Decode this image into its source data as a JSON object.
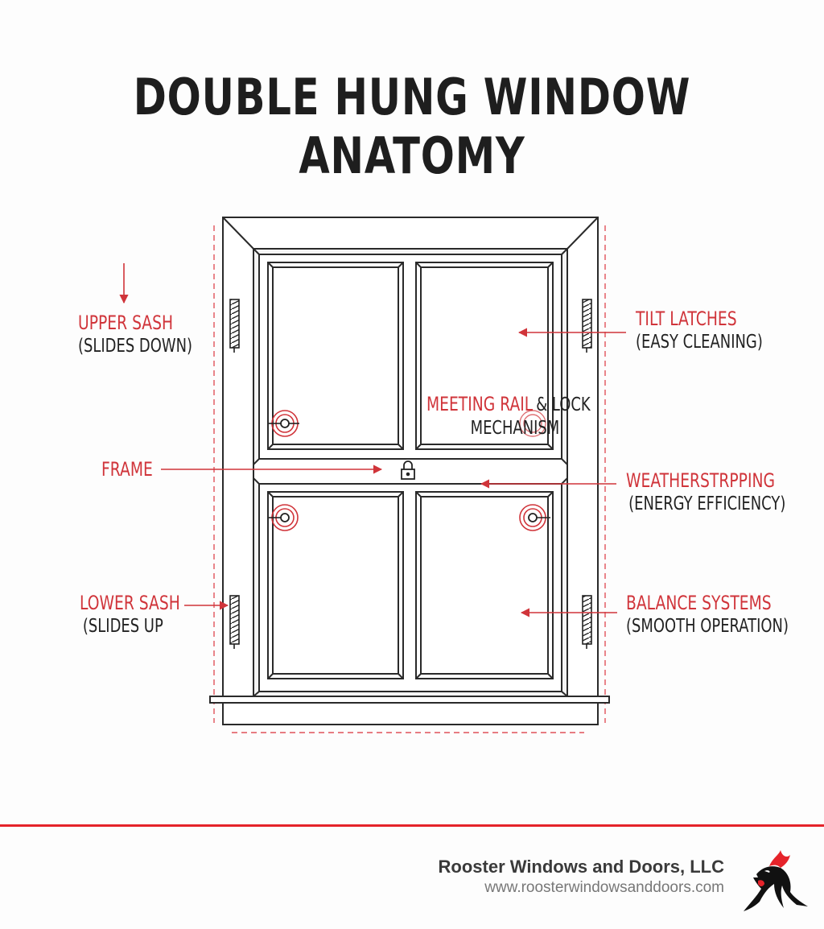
{
  "title": "DOUBLE HUNG WINDOW ANATOMY",
  "labels": {
    "upper_sash": {
      "name": "UPPER SASH",
      "desc": "(SLIDES DOWN)"
    },
    "frame": {
      "name": "FRAME"
    },
    "lower_sash": {
      "name": "LOWER SASH",
      "desc": "(SLIDES UP"
    },
    "tilt_latches": {
      "name": "TILT LATCHES",
      "desc": "(EASY CLEANING)"
    },
    "meeting_rail": {
      "name": "MEETING RAIL",
      "name_suffix": "& LOCK",
      "desc": "MECHANISM"
    },
    "weatherstripping": {
      "name": "WEATHERSTRPPING",
      "desc": "(ENERGY EFFICIENCY)"
    },
    "balance_systems": {
      "name": "BALANCE SYSTEMS",
      "desc": "(SMOOTH OPERATION)"
    }
  },
  "footer": {
    "company": "Rooster Windows and Doors, LLC",
    "url": "www.roosterwindowsanddoors.com"
  },
  "colors": {
    "accent_red": "#d0343a",
    "footer_rule": "#e5232a",
    "line_dark": "#2a2a2a"
  }
}
